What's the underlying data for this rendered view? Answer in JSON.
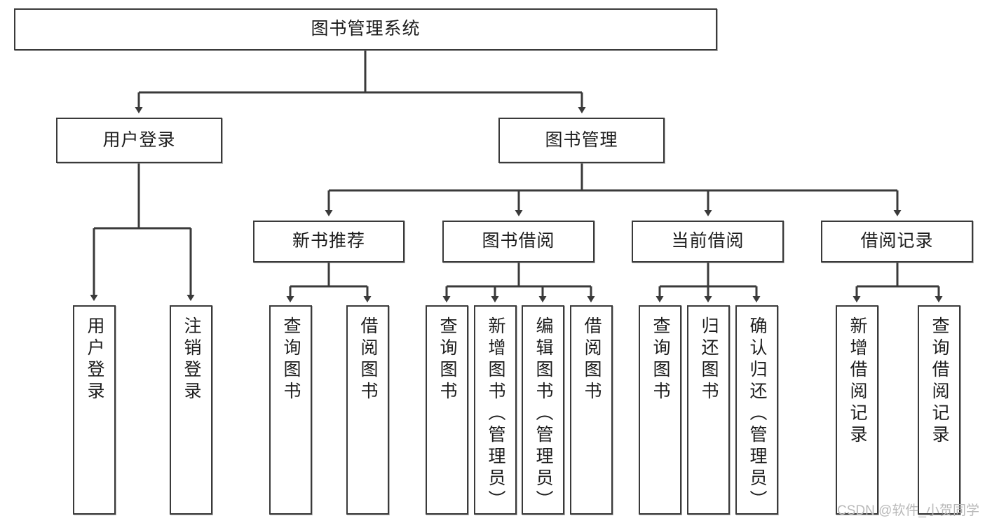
{
  "diagram": {
    "title": "图书管理系统",
    "type": "tree-hierarchy-diagram",
    "colors": {
      "background": "#ffffff",
      "node_border": "#3a3a3a",
      "node_fill": "#ffffff",
      "edge": "#3a3a3a",
      "text": "#1d1d1d",
      "watermark": "#b9b9b9"
    },
    "root": {
      "label": "图书管理系统"
    },
    "level2": [
      {
        "label": "用户登录"
      },
      {
        "label": "图书管理"
      }
    ],
    "level3": [
      {
        "label": "新书推荐"
      },
      {
        "label": "图书借阅"
      },
      {
        "label": "当前借阅"
      },
      {
        "label": "借阅记录"
      }
    ],
    "leaves": {
      "user_login": [
        {
          "label": "用户登录"
        },
        {
          "label": "注销登录"
        }
      ],
      "new_book_recommend": [
        {
          "label": "查询图书"
        },
        {
          "label": "借阅图书"
        }
      ],
      "book_borrow": [
        {
          "label": "查询图书"
        },
        {
          "label": "新增图书（管理员）"
        },
        {
          "label": "编辑图书（管理员）"
        },
        {
          "label": "借阅图书"
        }
      ],
      "current_borrow": [
        {
          "label": "查询图书"
        },
        {
          "label": "归还图书"
        },
        {
          "label": "确认归还（管理员）"
        }
      ],
      "borrow_record": [
        {
          "label": "新增借阅记录"
        },
        {
          "label": "查询借阅记录"
        }
      ]
    }
  },
  "watermark": {
    "text": "CSDN @软件_小贺同学"
  }
}
